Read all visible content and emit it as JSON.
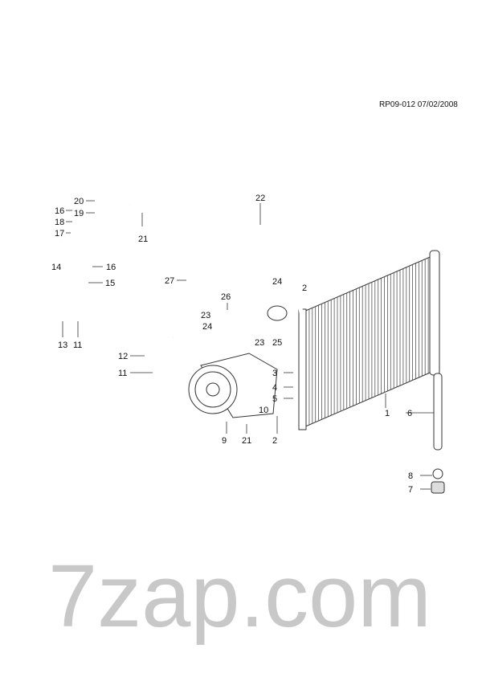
{
  "header": {
    "reference": "RP09-012 07/02/2008"
  },
  "watermark": "7zap.com",
  "callouts": [
    "16",
    "18",
    "17",
    "20",
    "19",
    "21",
    "22",
    "14",
    "16",
    "15",
    "27",
    "26",
    "24",
    "2",
    "23",
    "24",
    "23",
    "25",
    "13",
    "11",
    "12",
    "11",
    "3",
    "4",
    "5",
    "10",
    "1",
    "6",
    "9",
    "21",
    "2",
    "8",
    "7"
  ]
}
